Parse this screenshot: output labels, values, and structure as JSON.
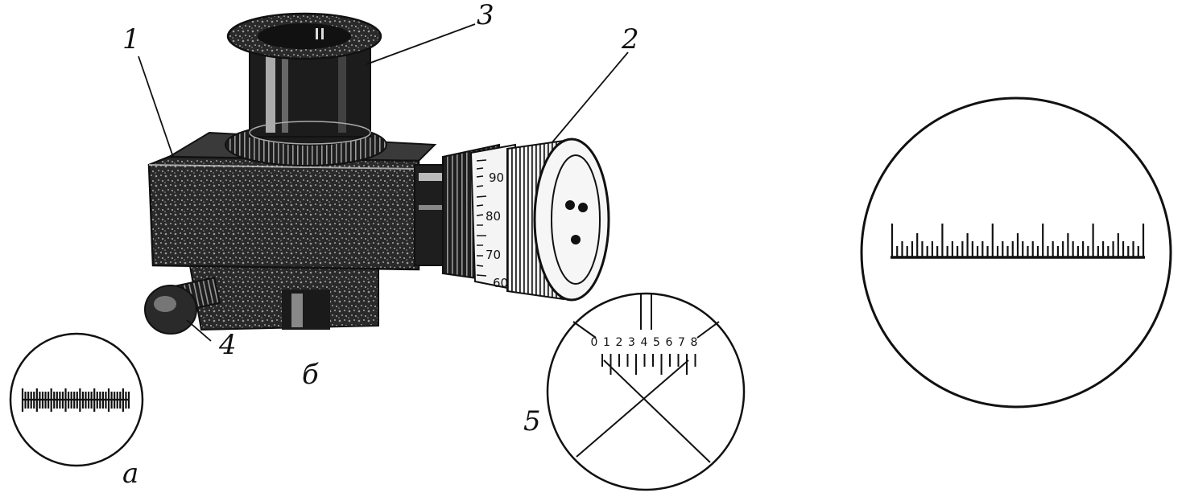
{
  "labels": {
    "body": "1",
    "drum": "2",
    "eyepiece": "3",
    "knob": "4",
    "reticle": "5",
    "view_a": "а",
    "view_b": "б"
  },
  "drum_scale": [
    "90",
    "80",
    "70",
    "60"
  ],
  "reticle_digits": [
    "0",
    "1",
    "2",
    "3",
    "4",
    "5",
    "6",
    "7",
    "8"
  ],
  "colors": {
    "ink": "#111111",
    "paper": "#ffffff"
  }
}
